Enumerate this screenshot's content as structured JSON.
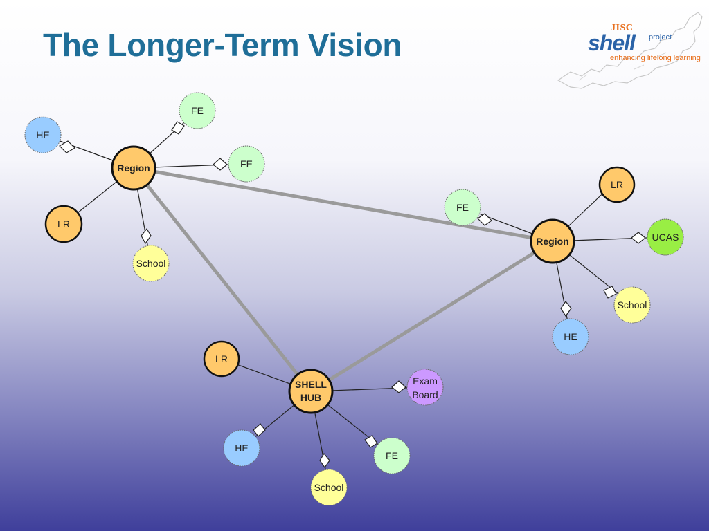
{
  "slide": {
    "title": "The Longer-Term Vision"
  },
  "logo": {
    "jisc": "JISC",
    "shell": "shell",
    "project": "project",
    "tagline": "enhancing lifelong learning"
  },
  "colors": {
    "title": "#1f6e98",
    "hub_fill": "#ffc96b",
    "he_fill": "#99ccff",
    "fe_fill": "#ccffcc",
    "school_fill": "#ffff99",
    "ucas_fill": "#99ee44",
    "exam_fill": "#cc99ff",
    "trunk_line": "#999999"
  },
  "nodes": {
    "region_left": "Region",
    "region_left_he": "HE",
    "region_left_fe_top": "FE",
    "region_left_fe_right": "FE",
    "region_left_lr": "LR",
    "region_left_school": "School",
    "region_right": "Region",
    "region_right_lr": "LR",
    "region_right_fe": "FE",
    "region_right_ucas": "UCAS",
    "region_right_school": "School",
    "region_right_he": "HE",
    "hub_line1": "SHELL",
    "hub_line2": "HUB",
    "hub_lr": "LR",
    "hub_exam_line1": "Exam",
    "hub_exam_line2": "Board",
    "hub_he": "HE",
    "hub_fe": "FE",
    "hub_school": "School"
  }
}
